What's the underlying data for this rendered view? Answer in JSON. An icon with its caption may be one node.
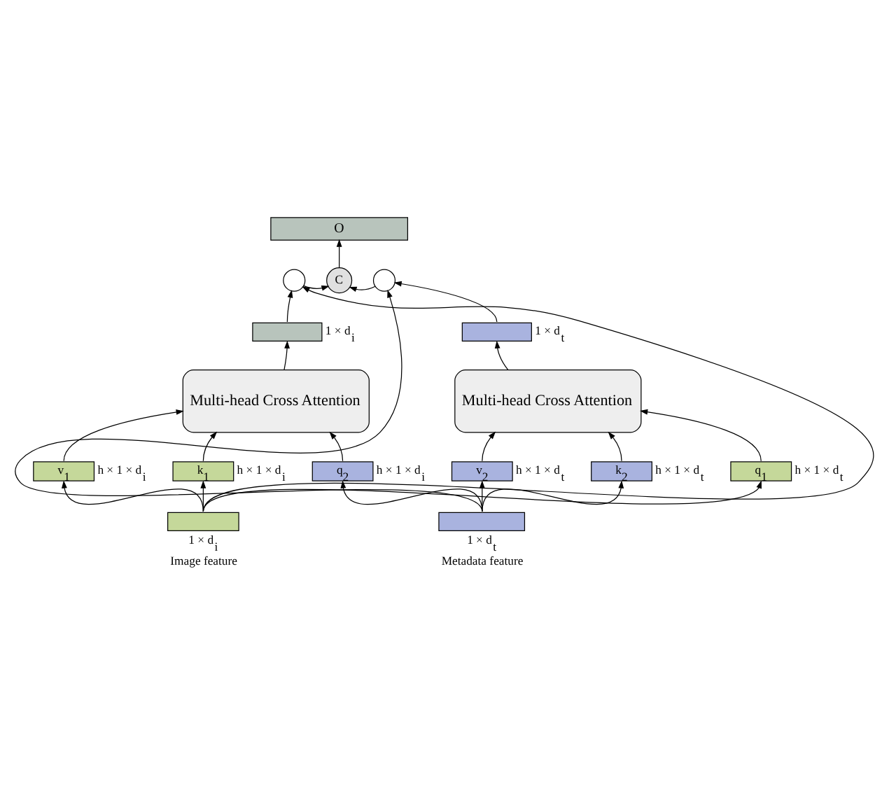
{
  "diagram": {
    "nodes": [
      {
        "text": [
          "O"
        ]
      },
      {
        "text": [
          "C"
        ]
      },
      {
        "text": [],
        "shape": "circle"
      },
      {
        "text": [],
        "shape": "circle"
      },
      {
        "text": [],
        "shape": "bar",
        "beside": [
          "1 × d$_{i}$"
        ]
      },
      {
        "text": [],
        "shape": "bar",
        "beside": [
          "1 × d$_{t}$"
        ]
      },
      {
        "text": [
          "Multi-head Cross Attention"
        ]
      },
      {
        "text": [
          "Multi-head Cross Attention"
        ]
      },
      {
        "text": [
          "v$_{1}$"
        ],
        "beside": [
          "h × 1 × d$_{i}$"
        ]
      },
      {
        "text": [
          "k$_{1}$"
        ],
        "beside": [
          "h × 1 × d$_{i}$"
        ]
      },
      {
        "text": [
          "q$_{2}$"
        ],
        "beside": [
          "h × 1 × d$_{i}$"
        ]
      },
      {
        "text": [
          "v$_{2}$"
        ],
        "beside": [
          "h × 1 × d$_{t}$"
        ]
      },
      {
        "text": [
          "k$_{2}$"
        ],
        "beside": [
          "h × 1 × d$_{t}$"
        ]
      },
      {
        "text": [
          "q$_{1}$"
        ],
        "beside": [
          "h × 1 × d$_{t}$"
        ]
      },
      {
        "text": [],
        "shape": "bar",
        "beside": [
          "1 × d$_{i}$",
          "Image feature"
        ]
      },
      {
        "text": [],
        "shape": "bar",
        "beside": [
          "1 × d$_{t}$",
          "Metadata feature"
        ]
      }
    ],
    "edges": [
      {
        "from": 14,
        "to": 8,
        "arrow": "to"
      },
      {
        "from": 14,
        "to": 9,
        "arrow": "to"
      },
      {
        "from": 14,
        "to": 13,
        "arrow": "to"
      },
      {
        "from": 15,
        "to": 10,
        "arrow": "to"
      },
      {
        "from": 15,
        "to": 11,
        "arrow": "to"
      },
      {
        "from": 15,
        "to": 12,
        "arrow": "to"
      },
      {
        "from": 8,
        "to": 6,
        "arrow": "to"
      },
      {
        "from": 9,
        "to": 6,
        "arrow": "to"
      },
      {
        "from": 10,
        "to": 6,
        "arrow": "to"
      },
      {
        "from": 11,
        "to": 7,
        "arrow": "to"
      },
      {
        "from": 12,
        "to": 7,
        "arrow": "to"
      },
      {
        "from": 13,
        "to": 7,
        "arrow": "to"
      },
      {
        "from": 6,
        "to": 4,
        "arrow": "to"
      },
      {
        "from": 7,
        "to": 5,
        "arrow": "to"
      },
      {
        "from": 4,
        "to": 2,
        "arrow": "to"
      },
      {
        "from": 5,
        "to": 3,
        "arrow": "to"
      },
      {
        "from": 14,
        "to": 2,
        "arrow": "to"
      },
      {
        "from": 15,
        "to": 3,
        "arrow": "to"
      },
      {
        "from": 2,
        "to": 1,
        "arrow": "to"
      },
      {
        "from": 3,
        "to": 1,
        "arrow": "to"
      },
      {
        "from": 1,
        "to": 0,
        "arrow": "to"
      }
    ]
  }
}
